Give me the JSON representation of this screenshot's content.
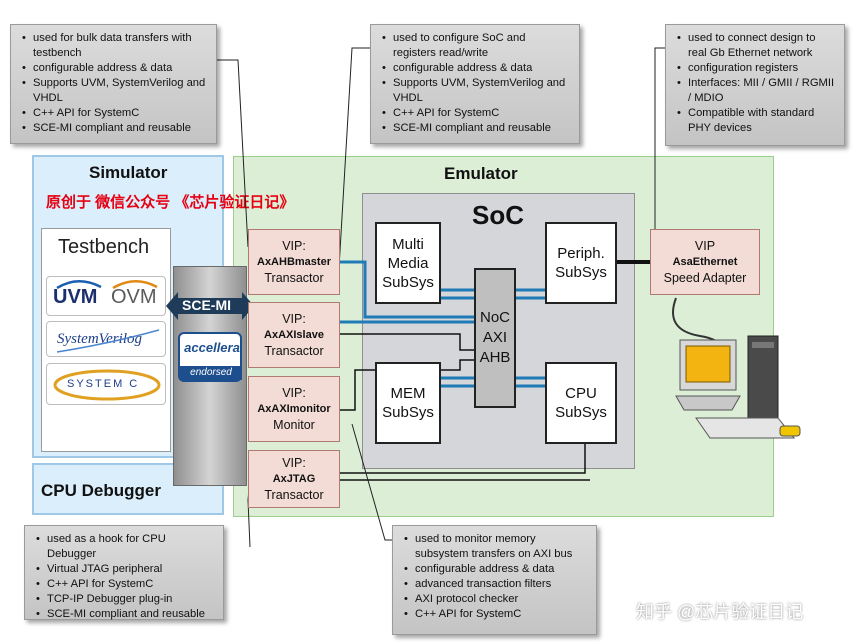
{
  "notes": {
    "bulk": [
      "used for bulk data transfers with testbench",
      "configurable address & data",
      "Supports UVM, SystemVerilog and VHDL",
      "C++ API for SystemC",
      "SCE-MI compliant and reusable"
    ],
    "soc": [
      "used to configure SoC and registers read/write",
      "configurable address & data",
      "Supports UVM, SystemVerilog and VHDL",
      "C++ API for SystemC",
      "SCE-MI compliant and reusable"
    ],
    "ethernet": [
      "used to connect design to real Gb Ethernet network",
      "configuration registers",
      "Interfaces: MII / GMII / RGMII / MDIO",
      "Compatible with standard PHY devices"
    ],
    "cpu": [
      "used as a hook for CPU Debugger",
      "Virtual JTAG peripheral",
      "C++ API for SystemC",
      "TCP-IP Debugger plug-in",
      "SCE-MI compliant and reusable"
    ],
    "monitor": [
      "used to monitor memory subsystem transfers on AXI bus",
      "configurable address & data",
      "advanced transaction filters",
      "AXI protocol checker",
      "C++ API for SystemC"
    ]
  },
  "simulator": {
    "title": "Simulator",
    "red_note": "原创于  微信公众号  《芯片验证日记》",
    "testbench": "Testbench",
    "logos": {
      "uvm": "UVM",
      "ovm": "OVM",
      "systemverilog": "SystemVerilog",
      "systemc": "SYSTEM C"
    }
  },
  "cpu_debugger": {
    "title": "CPU Debugger"
  },
  "sce_mi": {
    "label": "SCE-MI",
    "accellera": "accellera",
    "endorsed": "endorsed"
  },
  "emulator": {
    "title": "Emulator"
  },
  "soc": {
    "title": "SoC"
  },
  "vips": [
    {
      "l1": "VIP:",
      "l2": "AxAHBmaster",
      "l3": "Transactor"
    },
    {
      "l1": "VIP:",
      "l2": "AxAXIslave",
      "l3": "Transactor"
    },
    {
      "l1": "VIP:",
      "l2": "AxAXImonitor",
      "l3": "Monitor"
    },
    {
      "l1": "VIP:",
      "l2": "AxJTAG",
      "l3": "Transactor"
    }
  ],
  "blocks": {
    "multimedia": [
      "Multi",
      "Media",
      "SubSys"
    ],
    "periph": [
      "Periph.",
      "SubSys"
    ],
    "mem": [
      "MEM",
      "SubSys"
    ],
    "cpu": [
      "CPU",
      "SubSys"
    ]
  },
  "noc": {
    "l1": "NoC",
    "l2": "AXI",
    "l3": "AHB"
  },
  "eth": {
    "l1": "VIP",
    "l2": "AsaEthernet",
    "l3": "Speed Adapter"
  },
  "watermark": "知乎 @芯片验证日记",
  "colors": {
    "red": "#e60012",
    "bus": "#1f7bb8",
    "sim_bg": "#dbeefb",
    "emu_bg": "#dcefd6"
  }
}
